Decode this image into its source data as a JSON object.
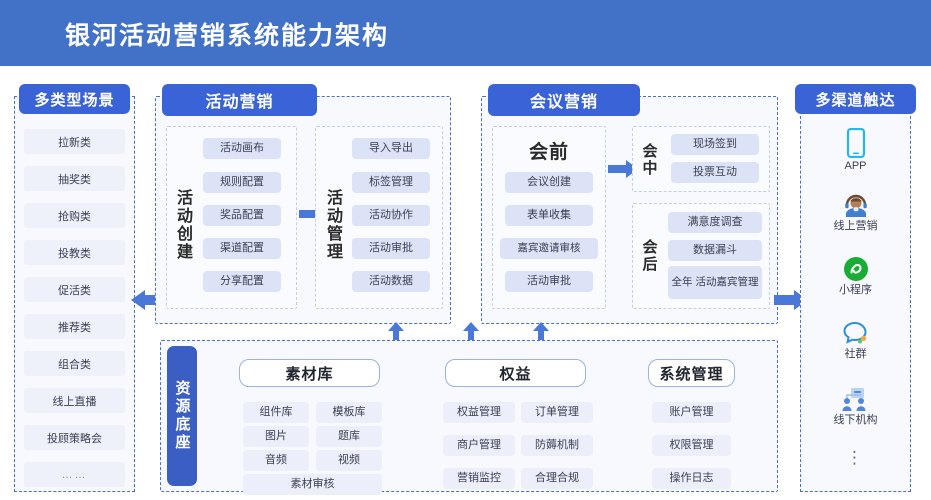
{
  "header": {
    "title": "银河活动营销系统能力架构"
  },
  "colors": {
    "header_bg": "#4272c8",
    "badge_bg": "#3a63d8",
    "chip_bg": "#dde3f7",
    "dashed_border": "#4a6fd0",
    "arrow": "#4a78d8"
  },
  "scenarios": {
    "title": "多类型场景",
    "items": [
      "拉新类",
      "抽奖类",
      "抢购类",
      "投教类",
      "促活类",
      "推荐类",
      "组合类",
      "线上直播",
      "投顾策略会",
      "……"
    ]
  },
  "activity_marketing": {
    "title": "活动营销",
    "groups": [
      {
        "label": "活动创建",
        "items": [
          "活动画布",
          "规则配置",
          "奖品配置",
          "渠道配置",
          "分享配置"
        ]
      },
      {
        "label": "活动管理",
        "items": [
          "导入导出",
          "标签管理",
          "活动协作",
          "活动审批",
          "活动数据"
        ]
      }
    ]
  },
  "meeting_marketing": {
    "title": "会议营销",
    "groups": [
      {
        "label": "会前",
        "items": [
          "会议创建",
          "表单收集",
          "嘉宾邀请审核",
          "活动审批"
        ]
      },
      {
        "label": "会中",
        "items": [
          "现场签到",
          "投票互动"
        ]
      },
      {
        "label": "会后",
        "items": [
          "满意度调查",
          "数据漏斗",
          "全年\n活动嘉宾管理"
        ]
      }
    ]
  },
  "resource_base": {
    "label": "资源底座",
    "panels": [
      {
        "title": "素材库",
        "items": [
          "组件库",
          "模板库",
          "图片",
          "题库",
          "音频",
          "视频",
          "素材审核"
        ]
      },
      {
        "title": "权益",
        "items": [
          "权益管理",
          "订单管理",
          "商户管理",
          "防薅机制",
          "营销监控",
          "合理合规"
        ]
      },
      {
        "title": "系统管理",
        "items": [
          "账户管理",
          "权限管理",
          "操作日志"
        ]
      }
    ]
  },
  "channels": {
    "title": "多渠道触达",
    "items": [
      {
        "icon": "mobile-phone-icon",
        "label": "APP"
      },
      {
        "icon": "headset-agent-icon",
        "label": "线上营销"
      },
      {
        "icon": "mini-program-icon",
        "label": "小程序"
      },
      {
        "icon": "chat-bubble-icon",
        "label": "社群"
      },
      {
        "icon": "offline-branch-icon",
        "label": "线下机构"
      }
    ],
    "more": "⋮"
  }
}
